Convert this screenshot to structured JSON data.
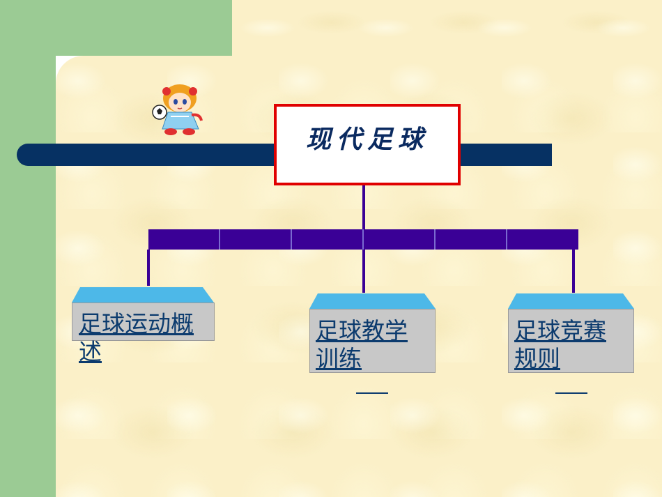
{
  "diagram": {
    "title": "现代足球",
    "nodes": [
      {
        "label": "足球运动概述"
      },
      {
        "label": "足球教学训练"
      },
      {
        "label": "足球竞赛规则"
      }
    ]
  },
  "colors": {
    "green_band": "#9bcb94",
    "parchment": "#fbf0c8",
    "navy_bar": "#063163",
    "title_border": "#e00000",
    "connector": "#3a0096",
    "node_fill": "#c8c8c8",
    "node_cap": "#4db8e8",
    "link_text": "#0c3b6e"
  },
  "icons": {
    "mascot": "cartoon-girl-with-soccer-ball-icon"
  }
}
